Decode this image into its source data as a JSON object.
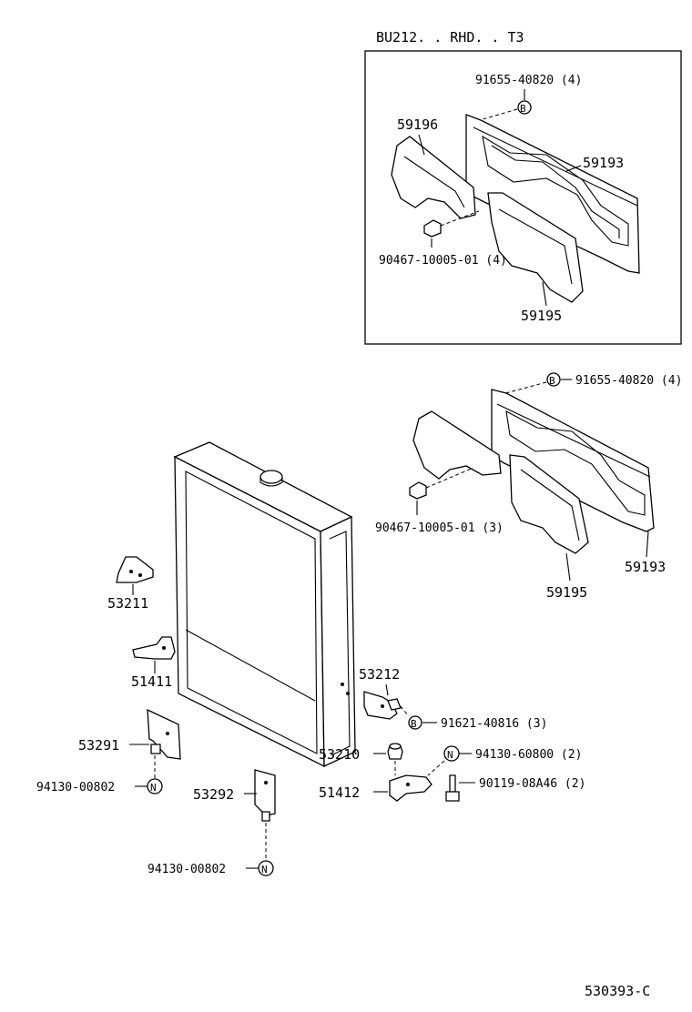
{
  "inset_title": "BU212. . RHD. . T3",
  "inset": {
    "bolt_top": "91655-40820 (4)",
    "p59196": "59196",
    "p59193": "59193",
    "clip": "90467-10005-01 (4)",
    "p59195": "59195",
    "sym_b": "B"
  },
  "main": {
    "bolt_top": "91655-40820 (4)",
    "clip": "90467-10005-01 (3)",
    "p59193": "59193",
    "p59195": "59195",
    "p53211": "53211",
    "p51411": "51411",
    "p53212": "53212",
    "bolt_mid": "91621-40816 (3)",
    "p53291": "53291",
    "nut_left": "94130-00802",
    "p53210": "53210",
    "nut_right": "94130-60800 (2)",
    "bolt_right": "90119-08A46 (2)",
    "p51412": "51412",
    "p53292": "53292",
    "nut_bottom": "94130-00802",
    "sym_b": "B",
    "sym_n": "N"
  },
  "diagram_code": "530393-C"
}
